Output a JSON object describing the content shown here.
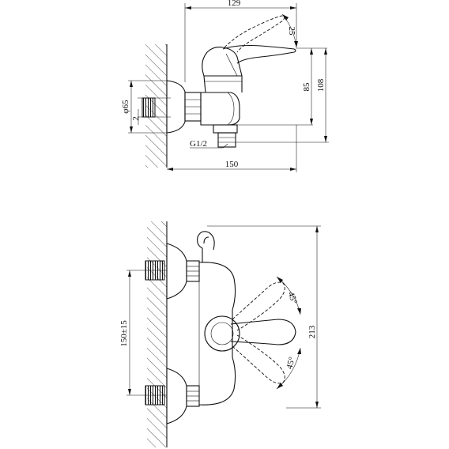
{
  "side_view": {
    "dim_width_top": "129",
    "dim_angle_top": "25",
    "dim_height_85": "85",
    "dim_height_108": "108",
    "dim_diameter": "φ65",
    "dim_gap": "2",
    "dim_thread": "G1/2",
    "dim_width_bottom": "150"
  },
  "front_view": {
    "dim_spacing": "150±15",
    "dim_height": "213",
    "dim_angle_upper": "45°",
    "dim_angle_lower": "45°"
  }
}
